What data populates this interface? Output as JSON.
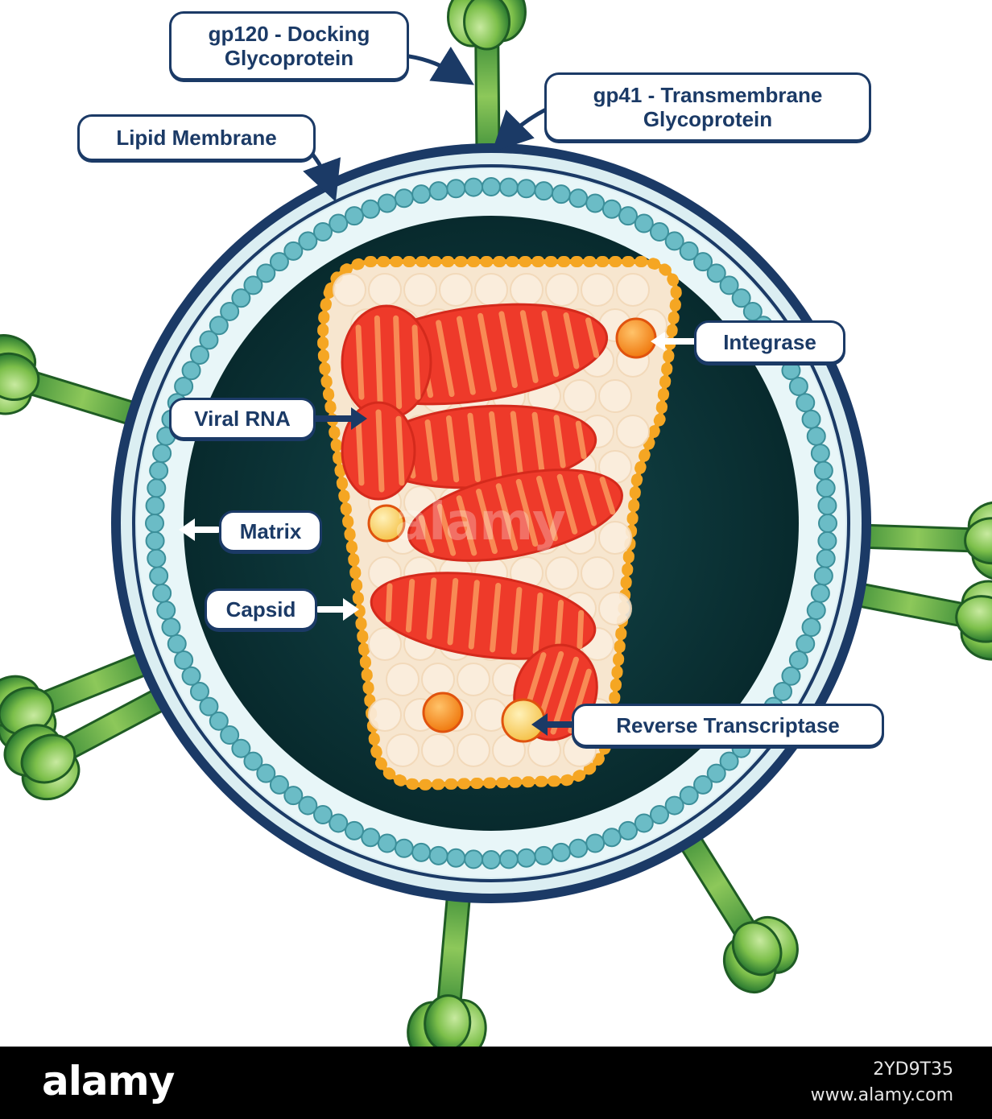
{
  "labels": {
    "gp120": [
      "gp120 - Docking",
      "Glycoprotein"
    ],
    "gp41": [
      "gp41 - Transmembrane",
      "Glycoprotein"
    ],
    "lipid_membrane": "Lipid Membrane",
    "integrase": "Integrase",
    "viral_rna": "Viral RNA",
    "matrix": "Matrix",
    "capsid": "Capsid",
    "reverse_transcriptase": "Reverse Transcriptase"
  },
  "watermark": "alamy",
  "footer": {
    "logo": "alamy",
    "image_id": "2YD9T35",
    "site": "www.alamy.com"
  },
  "colors": {
    "membrane_outer": "#1b3a66",
    "membrane_fill": "#dbeef2",
    "matrix_dots": "#4fa9b4",
    "interior": "#0c3a3e",
    "capsid_border": "#f5a623",
    "capsid_fill": "#f7e6cf",
    "rna": "#ee3a2a",
    "rna_light": "#f47a3a",
    "enzyme": "#f58a1f",
    "spike_dark": "#2e7d32",
    "spike_light": "#8dc85a"
  }
}
